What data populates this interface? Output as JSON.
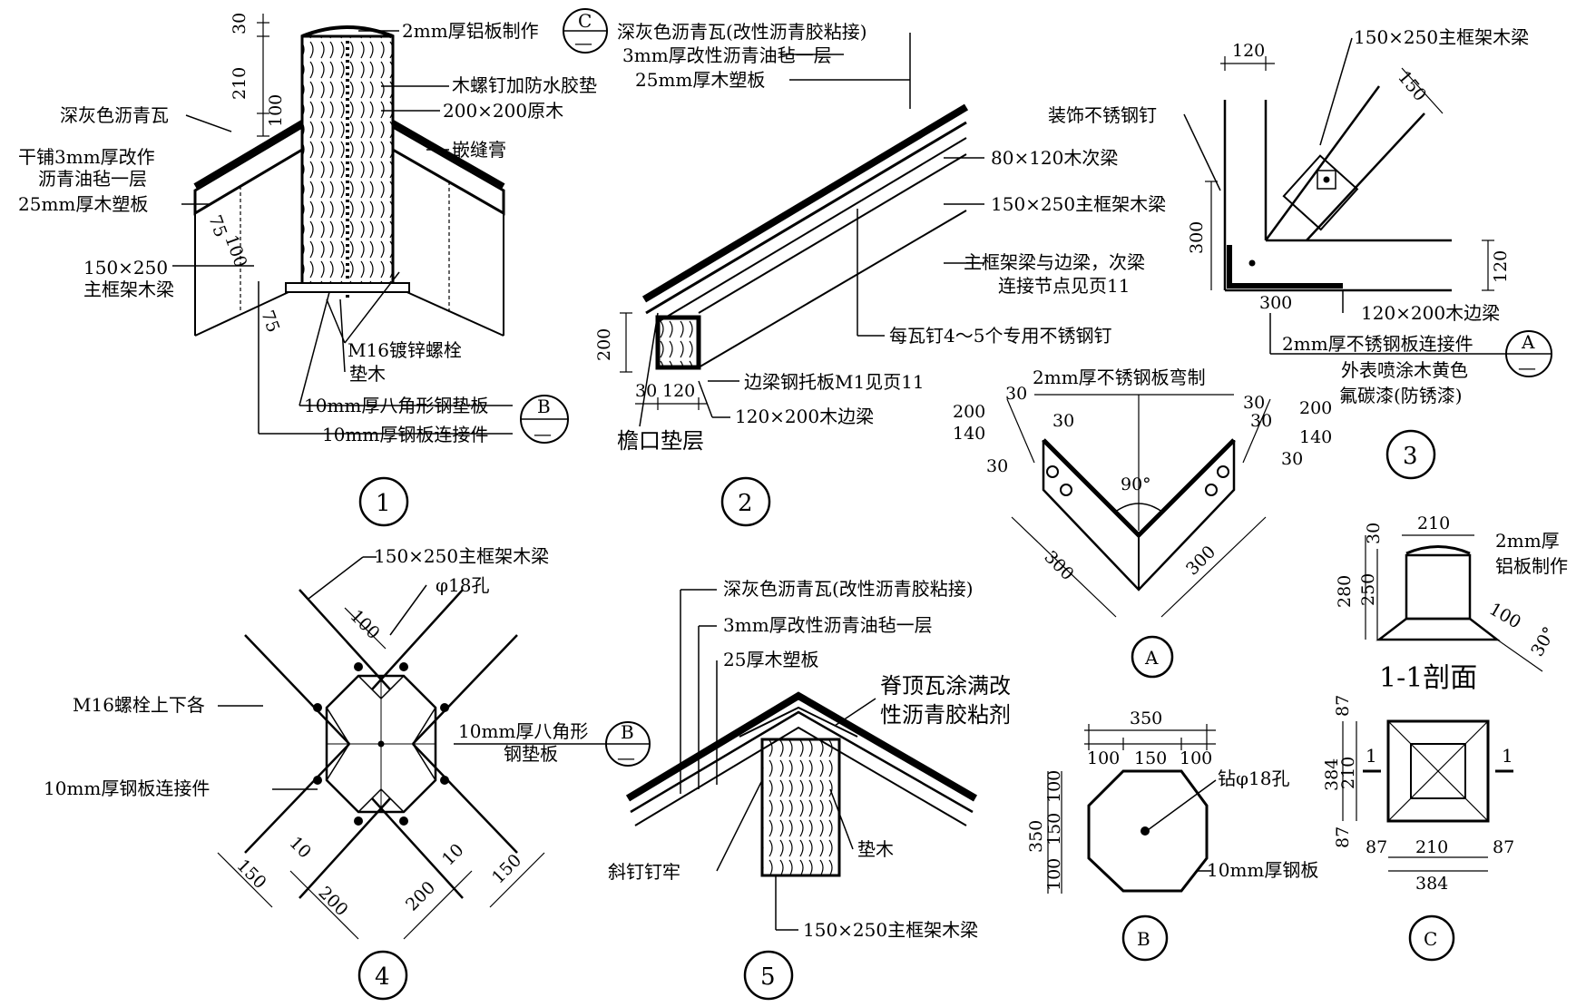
{
  "detail1": {
    "labels": {
      "aluminum_cap": "2mm厚铝板制作",
      "screw_pad": "木螺钉加防水胶垫",
      "log": "200×200原木",
      "caulk": "嵌缝膏",
      "shingle": "深灰色沥青瓦",
      "felt_line1": "干铺3mm厚改作",
      "felt_line2": "沥青油毡一层",
      "board": "25mm厚木塑板",
      "beam_line1": "150×250",
      "beam_line2": "主框架木梁",
      "bolt": "M16镀锌螺栓",
      "pad_wood": "垫木",
      "octagon_plate": "10mm厚八角形钢垫板",
      "steel_plate": "10mm厚钢板连接件"
    },
    "dims": [
      "30",
      "210",
      "100",
      "75",
      "100",
      "75"
    ],
    "ref_c": "C",
    "ref_b": "B",
    "ref_dash": "—",
    "number": "1"
  },
  "detail2": {
    "labels": {
      "shingle": "深灰色沥青瓦(改性沥青胶粘接)",
      "felt": "3mm厚改性沥青油毡一层",
      "board": "25mm厚木塑板",
      "secondary_beam": "80×120木次梁",
      "main_beam": "150×250主框架木梁",
      "note_line1": "主框架梁与边梁，次梁",
      "note_line2": "连接节点见页11",
      "nails": "每瓦钉4～5个专用不锈钢钉",
      "bracket": "边梁钢托板M1见页11",
      "edge_beam": "120×200木边梁",
      "eave": "檐口垫层"
    },
    "dims": [
      "200",
      "30",
      "120"
    ],
    "number": "2"
  },
  "detail3": {
    "labels": {
      "main_beam": "150×250主框架木梁",
      "decor_nail": "装饰不锈钢钉",
      "edge_beam": "120×200木边梁",
      "plate": "2mm厚不锈钢板连接件",
      "paint_line1": "外表喷涂木黄色",
      "paint_line2": "氟碳漆(防锈漆)"
    },
    "dims": [
      "120",
      "150",
      "300",
      "120",
      "300"
    ],
    "ref": "A",
    "number": "3"
  },
  "detailA": {
    "labels": {
      "bent": "2mm厚不锈钢板弯制"
    },
    "dims": [
      "30",
      "200",
      "140",
      "30",
      "30",
      "30",
      "200",
      "140",
      "30",
      "30"
    ],
    "angle": "90°",
    "legs": [
      "300",
      "300"
    ],
    "number": "A"
  },
  "detail4": {
    "labels": {
      "main_beam": "150×250主框架木梁",
      "hole": "φ18孔",
      "bolt": "M16螺栓上下各",
      "octagon_line1": "10mm厚八角形",
      "octagon_line2": "钢垫板",
      "steel_plate": "10mm厚钢板连接件"
    },
    "dims": [
      "100",
      "150",
      "10",
      "200",
      "200",
      "10",
      "150"
    ],
    "ref": "B",
    "number": "4"
  },
  "detail5": {
    "labels": {
      "shingle": "深灰色沥青瓦(改性沥青胶粘接)",
      "felt": "3mm厚改性沥青油毡一层",
      "board": "25厚木塑板",
      "ridge_line1": "脊顶瓦涂满改",
      "ridge_line2": "性沥青胶粘剂",
      "toenail": "斜钉钉牢",
      "pad_wood": "垫木",
      "beam": "150×250主框架木梁"
    },
    "number": "5"
  },
  "detailB": {
    "labels": {
      "drill": "钻φ18孔",
      "plate": "10mm厚钢板"
    },
    "top_total": "350",
    "top_parts": [
      "100",
      "150",
      "100"
    ],
    "side_total": "350",
    "side_parts": [
      "100",
      "150",
      "100"
    ],
    "number": "B"
  },
  "detailC": {
    "labels": {
      "cap_line1": "2mm厚",
      "cap_line2": "铝板制作",
      "section": "1-1剖面"
    },
    "dims": [
      "210",
      "30",
      "280",
      "250",
      "100",
      "30°"
    ],
    "plan_side": [
      "87",
      "384",
      "210",
      "87"
    ],
    "plan_bottom": [
      "87",
      "210",
      "87",
      "384"
    ],
    "cut_marks": [
      "1",
      "1"
    ],
    "number": "C"
  }
}
